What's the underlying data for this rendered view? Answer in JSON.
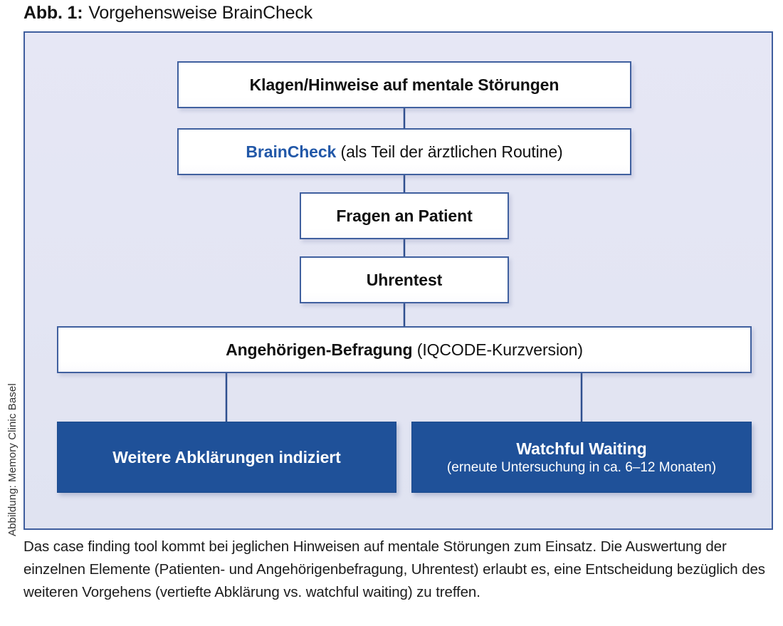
{
  "figure": {
    "label": "Abb. 1:",
    "title": "Vorgehensweise BrainCheck"
  },
  "credit": "Abbildung: Memory Clinic Basel",
  "colors": {
    "panel_background": "#e3e5f3",
    "panel_border": "#3f5e9e",
    "box_border": "#40609f",
    "box_fill": "#ffffff",
    "accent_blue": "#1f5199",
    "brand_text_blue": "#2258a8",
    "connector": "#2f4f8f",
    "text_dark": "#111111",
    "text_on_blue": "#ffffff"
  },
  "diagram": {
    "type": "flowchart",
    "nodes": [
      {
        "id": "klagen",
        "style": "white",
        "main": "Klagen/Hinweise auf mentale Störungen",
        "sub": ""
      },
      {
        "id": "braincheck",
        "style": "white",
        "brand": "BrainCheck",
        "main_rest": " (als Teil der ärztlichen Routine)",
        "sub": ""
      },
      {
        "id": "fragen",
        "style": "white",
        "main": "Fragen an Patient",
        "sub": ""
      },
      {
        "id": "uhrentest",
        "style": "white",
        "main": "Uhrentest",
        "sub": ""
      },
      {
        "id": "angehoerige",
        "style": "white",
        "main_bold": "Angehörigen-Befragung",
        "main_rest": " (IQCODE-Kurzversion)",
        "sub": ""
      },
      {
        "id": "weitere",
        "style": "blue",
        "main": "Weitere Abklärungen indiziert",
        "sub": ""
      },
      {
        "id": "watchful",
        "style": "blue",
        "main": "Watchful Waiting",
        "sub": "(erneute Untersuchung in ca. 6–12 Monaten)"
      }
    ],
    "edges": [
      {
        "from": "klagen",
        "to": "braincheck"
      },
      {
        "from": "braincheck",
        "to": "fragen"
      },
      {
        "from": "fragen",
        "to": "uhrentest"
      },
      {
        "from": "uhrentest",
        "to": "angehoerige"
      },
      {
        "from": "angehoerige",
        "to": "weitere"
      },
      {
        "from": "angehoerige",
        "to": "watchful"
      }
    ]
  },
  "caption": "Das case finding tool kommt bei jeglichen Hinweisen auf mentale Störungen zum Einsatz. Die Auswertung der einzelnen Elemente (Patienten- und Angehörigenbefragung, Uhrentest) erlaubt es, eine Entscheidung bezüglich des weiteren Vorgehens (vertiefte Abklärung vs. watchful waiting) zu treffen."
}
